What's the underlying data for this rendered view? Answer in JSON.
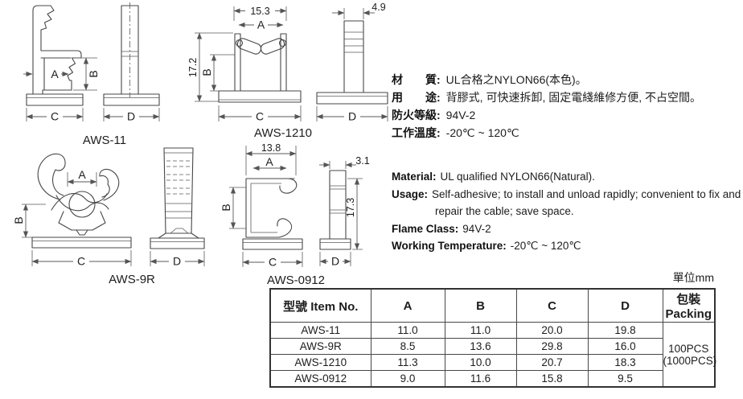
{
  "meta": {
    "unit_note": "單位mm"
  },
  "dim_letters": {
    "a": "A",
    "b": "B",
    "c": "C",
    "d": "D"
  },
  "drawings": {
    "aws11": {
      "label": "AWS-11"
    },
    "aws1210": {
      "label": "AWS-1210",
      "overall_width": "15.3",
      "overall_height": "17.2",
      "side_width": "4.9"
    },
    "aws9r": {
      "label": "AWS-9R"
    },
    "aws0912": {
      "label": "AWS-0912",
      "overall_width": "13.8",
      "side_width": "3.1",
      "side_height": "17.3"
    }
  },
  "specs_zh": {
    "material": {
      "label": "材　　質:",
      "value": "UL合格之NYLON66(本色)。"
    },
    "usage": {
      "label": "用　　途:",
      "value": "背膠式, 可快速拆卸, 固定電綫維修方便, 不占空間。"
    },
    "flame": {
      "label": "防火等級:",
      "value": "94V-2"
    },
    "temp": {
      "label": "工作溫度:",
      "value": "-20℃ ~ 120℃"
    }
  },
  "specs_en": {
    "material": {
      "label": "Material:",
      "value": "UL qualified NYLON66(Natural)."
    },
    "usage": {
      "label": "Usage:",
      "value": "Self-adhesive; to install and unload rapidly; convenient to fix and repair the cable; save space."
    },
    "flame": {
      "label": "Flame Class:",
      "value": "94V-2"
    },
    "temp": {
      "label": "Working Temperature:",
      "value": "-20℃ ~ 120℃"
    }
  },
  "table": {
    "col_item": "型號 Item No.",
    "col_a": "A",
    "col_b": "B",
    "col_c": "C",
    "col_d": "D",
    "col_packing_zh": "包裝",
    "col_packing_en": "Packing",
    "rows": [
      {
        "item": "AWS-11",
        "a": "11.0",
        "b": "11.0",
        "c": "20.0",
        "d": "19.8"
      },
      {
        "item": "AWS-9R",
        "a": "8.5",
        "b": "13.6",
        "c": "29.8",
        "d": "16.0"
      },
      {
        "item": "AWS-1210",
        "a": "11.3",
        "b": "10.0",
        "c": "20.7",
        "d": "18.3"
      },
      {
        "item": "AWS-0912",
        "a": "9.0",
        "b": "11.6",
        "c": "15.8",
        "d": "9.5"
      }
    ],
    "packing_line1": "100PCS",
    "packing_line2": "(1000PCS)"
  }
}
